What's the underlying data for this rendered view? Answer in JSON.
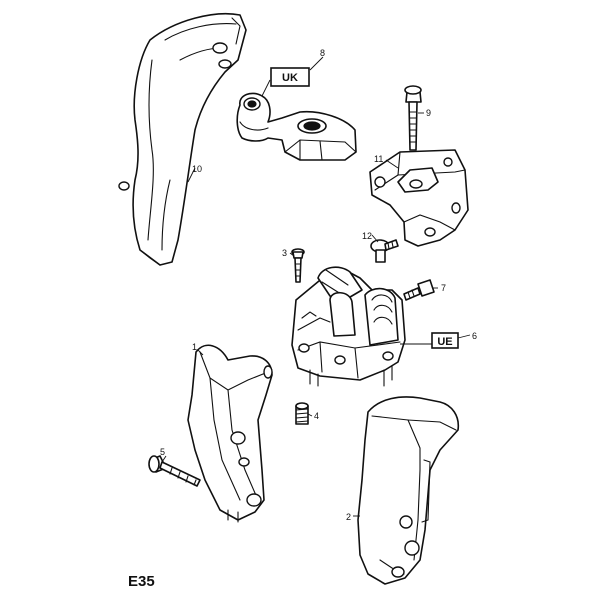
{
  "figure_code": "E35",
  "tags": {
    "uk": "UK",
    "ue": "UE"
  },
  "callouts": {
    "c1": "1",
    "c2": "2",
    "c3": "3",
    "c4": "4",
    "c5": "5",
    "c6": "6",
    "c7": "7",
    "c8": "8",
    "c9": "9",
    "c10": "10",
    "c11": "11",
    "c12": "12"
  }
}
